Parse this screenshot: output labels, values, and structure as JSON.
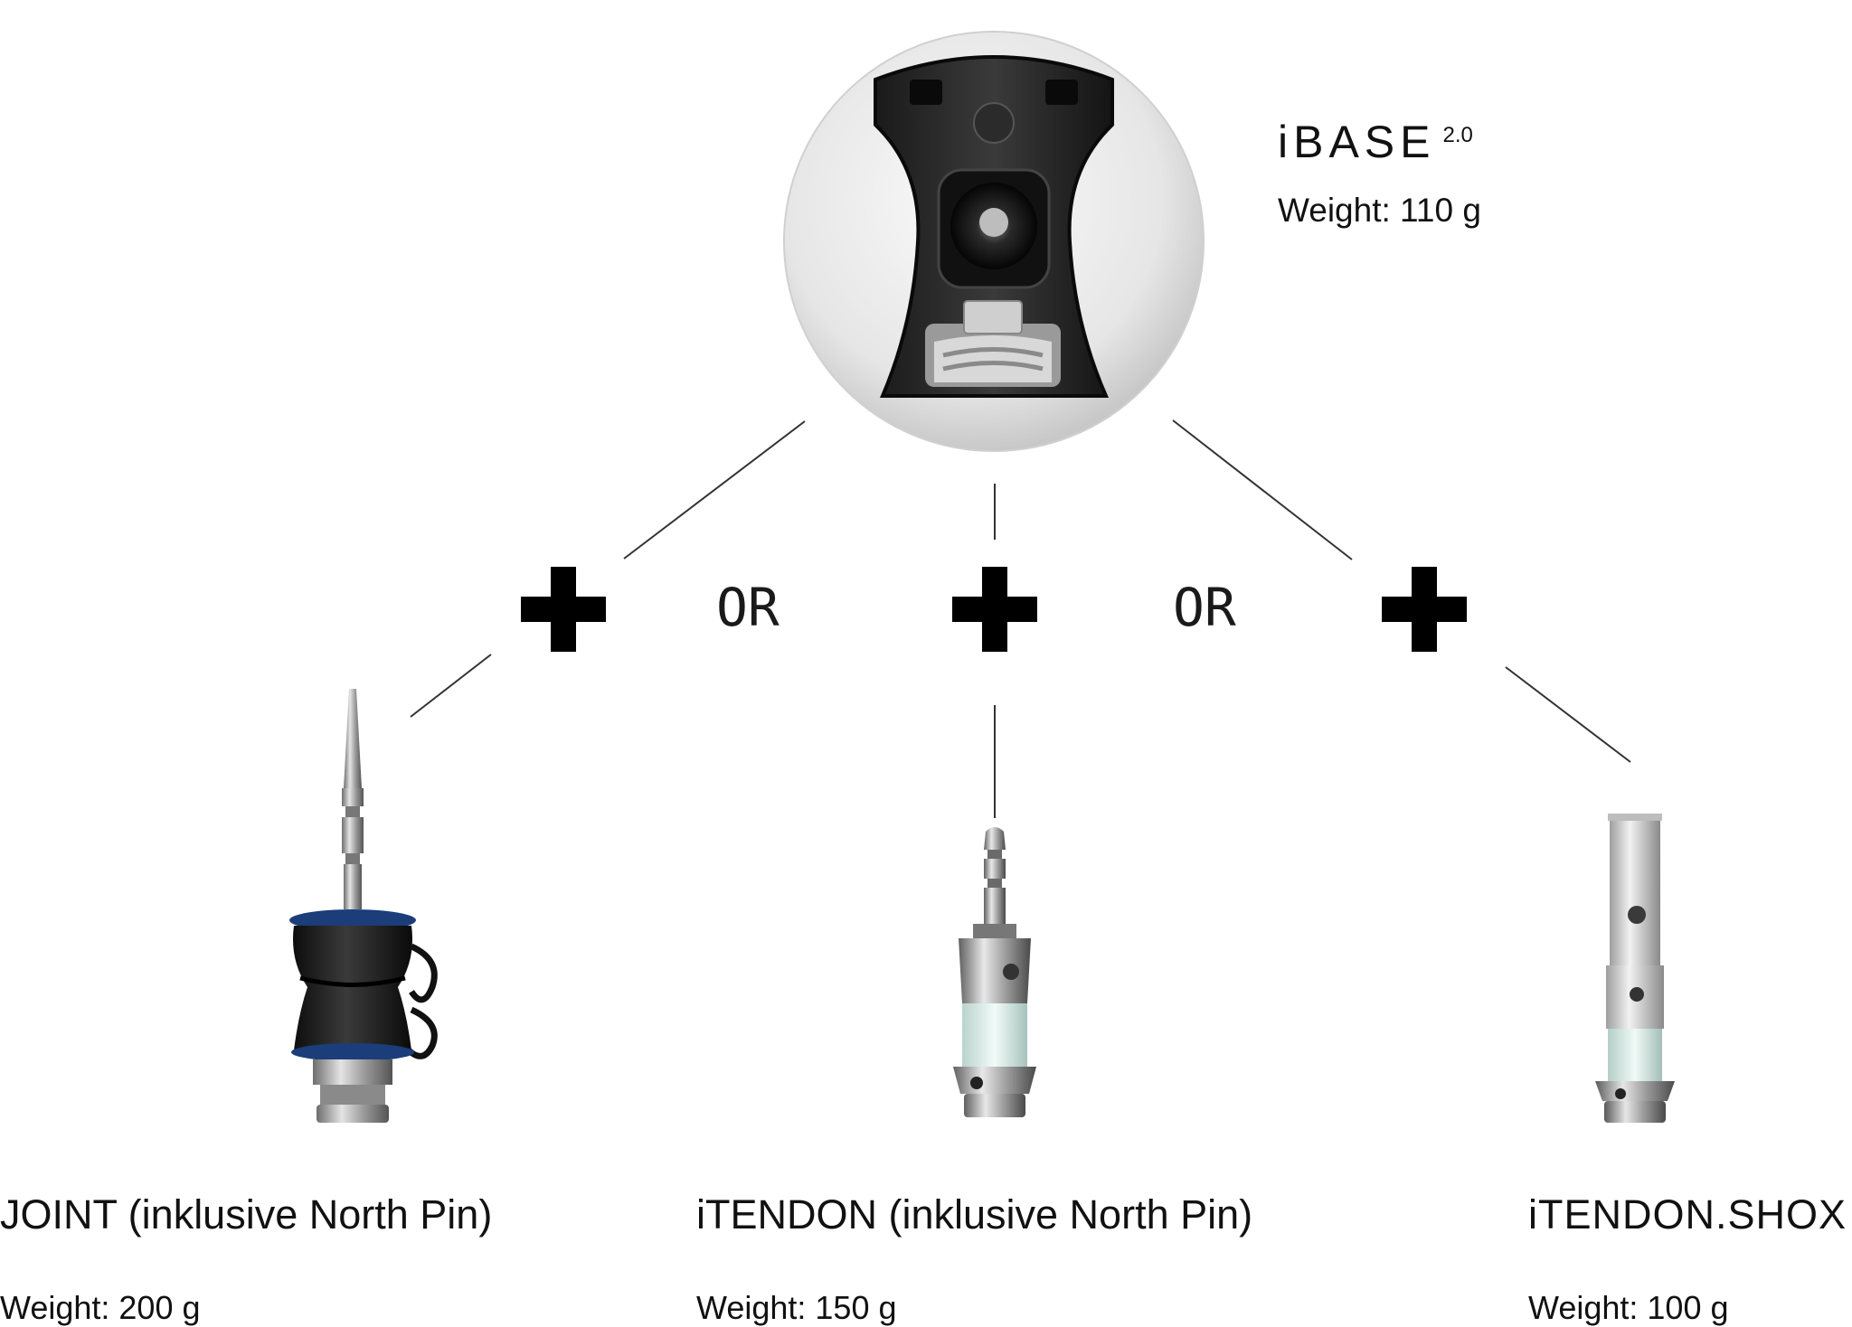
{
  "base": {
    "name": "iBASE",
    "version": "2.0",
    "weight": "Weight: 110 g"
  },
  "connectors": {
    "or_left": "OR",
    "or_right": "OR"
  },
  "products": [
    {
      "name": "JOINT (inklusive North Pin)",
      "weight": "Weight: 200 g"
    },
    {
      "name": "iTENDON (inklusive North Pin)",
      "weight": "Weight: 150 g"
    },
    {
      "name": "iTENDON.SHOX",
      "weight": "Weight: 100 g"
    }
  ],
  "colors": {
    "line": "#333333",
    "plus": "#000000",
    "text": "#111111"
  },
  "icons": [
    "ibase-mount-image",
    "plus-icon",
    "joint-image",
    "itendon-image",
    "itendon-shox-image"
  ]
}
